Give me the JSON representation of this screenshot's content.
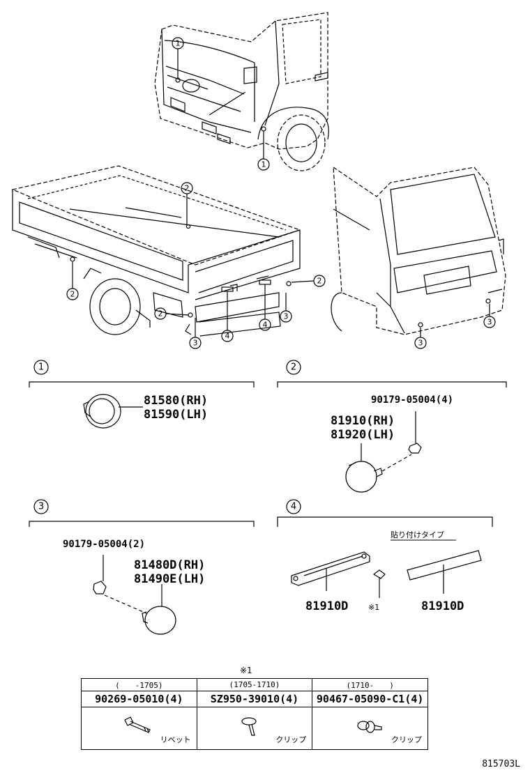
{
  "figure_id": "815703L",
  "callout_numbers": [
    "1",
    "2",
    "3",
    "4"
  ],
  "sections": [
    {
      "number": "1",
      "parts": [
        "81580(RH)",
        "81590(LH)"
      ]
    },
    {
      "number": "2",
      "parts": [
        "81910(RH)",
        "81920(LH)"
      ],
      "fastener": "90179-05004(4)"
    },
    {
      "number": "3",
      "parts": [
        "81480D(RH)",
        "81490E(LH)"
      ],
      "fastener": "90179-05004(2)"
    },
    {
      "number": "4",
      "type_label": "貼り付けタイプ",
      "parts": [
        "81910D",
        "81910D"
      ],
      "note_ref": "※1"
    }
  ],
  "note_table": {
    "mark": "※1",
    "columns": [
      {
        "period": "(　　-1705)",
        "part_no": "90269-05010(4)",
        "kind": "リベット",
        "icon": "rivet-icon"
      },
      {
        "period": "(1705-1710)",
        "part_no": "SZ950-39010(4)",
        "kind": "クリップ",
        "icon": "clip-icon"
      },
      {
        "period": "(1710-　　)",
        "part_no": "90467-05090-C1(4)",
        "kind": "クリップ",
        "icon": "clip-washer-icon"
      }
    ]
  }
}
